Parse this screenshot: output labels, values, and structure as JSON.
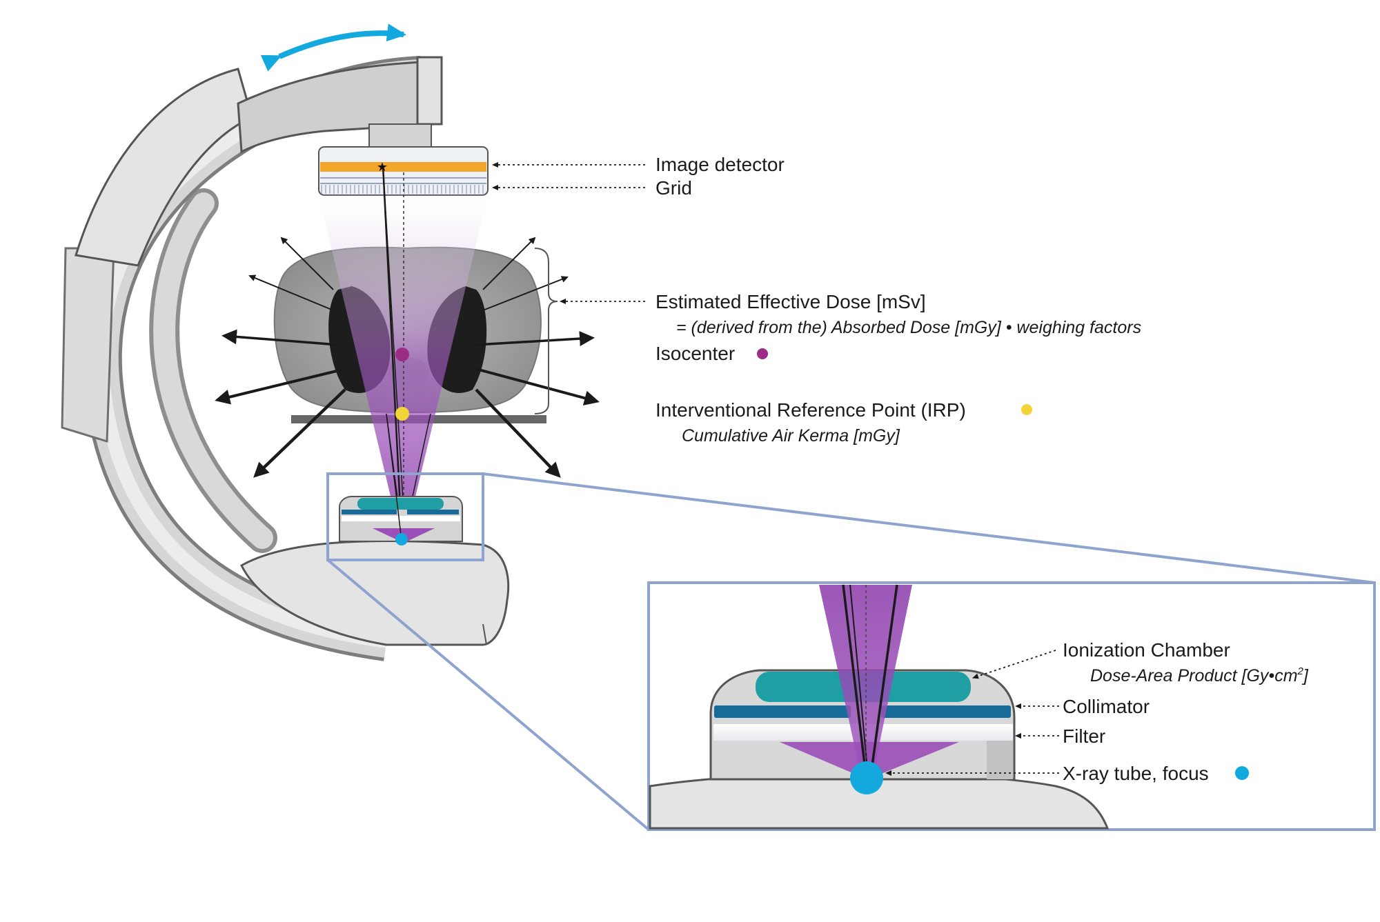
{
  "labels": {
    "image_detector": "Image detector",
    "grid": "Grid",
    "effective_dose": "Estimated Effective Dose [mSv]",
    "effective_dose_formula": "= (derived from the) Absorbed Dose [mGy] • weighing factors",
    "isocenter": "Isocenter",
    "irp": "Interventional Reference Point (IRP)",
    "irp_sub": "Cumulative Air Kerma [mGy]",
    "ionization_chamber": "Ionization Chamber",
    "dap_prefix": "Dose-Area Product [Gy•cm",
    "dap_sup": "2",
    "dap_suffix": "]",
    "collimator": "Collimator",
    "filter": "Filter",
    "xray_tube": "X-ray tube, focus"
  },
  "colors": {
    "beam": "#9b4fb8",
    "isocenter_dot": "#9b2d86",
    "irp_dot": "#f2d33a",
    "focus_dot": "#13a9de",
    "rotation_arrow": "#13a9de",
    "detector_strip": "#f4a62a",
    "ionization_chamber": "#1f9ea3",
    "collimator": "#186a99",
    "zoom_frame": "#8fa3cf",
    "equipment": "#e3e3e3"
  },
  "icons": [
    "rotation-double-arrow-icon",
    "isocenter-dot-icon",
    "irp-dot-icon",
    "focus-dot-icon",
    "detector-star-icon"
  ]
}
